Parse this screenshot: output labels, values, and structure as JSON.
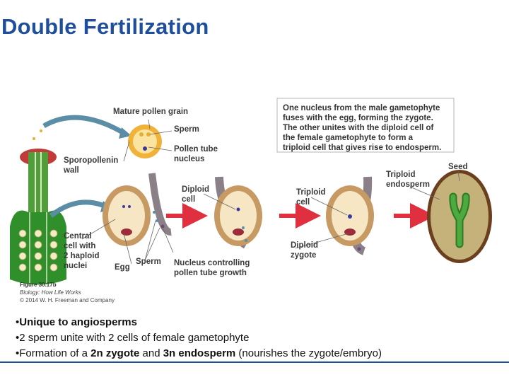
{
  "title": "Double Fertilization",
  "figure": {
    "labels": {
      "mature_pollen_grain": "Mature pollen grain",
      "sperm_top": "Sperm",
      "pollen_tube_nucleus_1": "Pollen tube",
      "pollen_tube_nucleus_2": "nucleus",
      "sporopollenin_1": "Sporopollenin",
      "sporopollenin_2": "wall",
      "central_cell_1": "Central",
      "central_cell_2": "cell with",
      "central_cell_3": "2 haploid",
      "central_cell_4": "nuclei",
      "egg": "Egg",
      "sperm_bottom": "Sperm",
      "nucleus_controlling_1": "Nucleus controlling",
      "nucleus_controlling_2": "pollen tube growth",
      "diploid_cell_1": "Diploid",
      "diploid_cell_2": "cell",
      "triploid_cell_1": "Triploid",
      "triploid_cell_2": "cell",
      "diploid_zygote_1": "Diploid",
      "diploid_zygote_2": "zygote",
      "triploid_endosperm_1": "Triploid",
      "triploid_endosperm_2": "endosperm",
      "seed": "Seed"
    },
    "callout": [
      "One nucleus from the male gametophyte",
      "fuses with the egg, forming the zygote.",
      "The other unites with the diploid cell of",
      "the female gametophyte to form a",
      "triploid cell that gives rise to endosperm."
    ],
    "caption": {
      "figure_number": "Figure 30.17b",
      "book": "Biology: How Life Works",
      "copyright": "© 2014 W. H. Freeman and Company"
    }
  },
  "bullets": {
    "b1_bold": "Unique to angiosperms",
    "b2": "2 sperm unite with 2 cells of female gametophyte",
    "b3_pre": "Formation of a ",
    "b3_bold1": "2n zygote",
    "b3_mid": " and ",
    "b3_bold2": "3n endosperm",
    "b3_post": " (nourishes the zygote/embryo)"
  },
  "colors": {
    "title": "#1f4f9c",
    "ovule_outer": "#c79a63",
    "ovule_inner": "#f6e6c4",
    "pollen_tube": "#8c8088",
    "arrow_blue": "#5b8ea6",
    "arrow_red": "#e03040",
    "seed_fill": "#c4b27a",
    "seed_outline": "#6b3f1e",
    "embryo": "#4caa3f",
    "pistil_green": "#2f8f2a"
  }
}
